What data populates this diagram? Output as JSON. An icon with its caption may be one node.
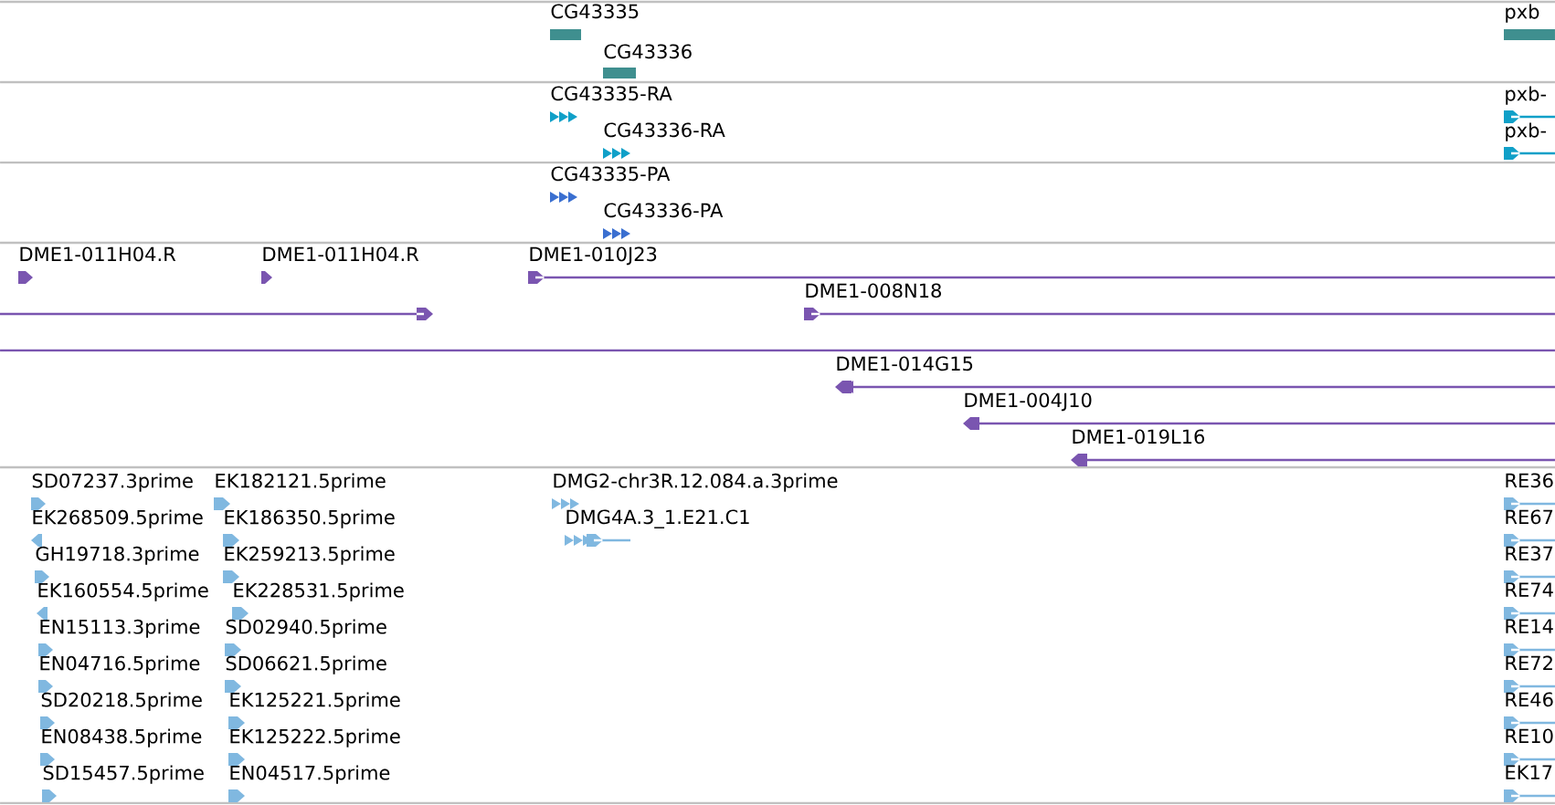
{
  "diagram": {
    "labels": [
      "CG43335",
      "pxb",
      "CG43336",
      "CG43335-RA",
      "pxb-",
      "CG43336-RA",
      "pxb-",
      "CG43335-PA",
      "CG43336-PA",
      "DME1-011H04.R",
      "DME1-011H04.R",
      "DME1-010J23",
      "DME1-008N18",
      "DME1-014G15",
      "DME1-004J10",
      "DME1-019L16",
      "SD07237.3prime",
      "EK182121.5prime",
      "DMG2-chr3R.12.084.a.3prime",
      "RE36",
      "EK268509.5prime",
      "EK186350.5prime",
      "DMG4A.3_1.E21.C1",
      "RE67",
      "GH19718.3prime",
      "EK259213.5prime",
      "RE37",
      "EK160554.5prime",
      "EK228531.5prime",
      "RE74",
      "EN15113.3prime",
      "SD02940.5prime",
      "RE14",
      "EN04716.5prime",
      "SD06621.5prime",
      "RE72",
      "SD20218.5prime",
      "EK125221.5prime",
      "RE46",
      "EN08438.5prime",
      "EK125222.5prime",
      "RE10",
      "SD15457.5prime",
      "EN04517.5prime",
      "EK17"
    ]
  }
}
